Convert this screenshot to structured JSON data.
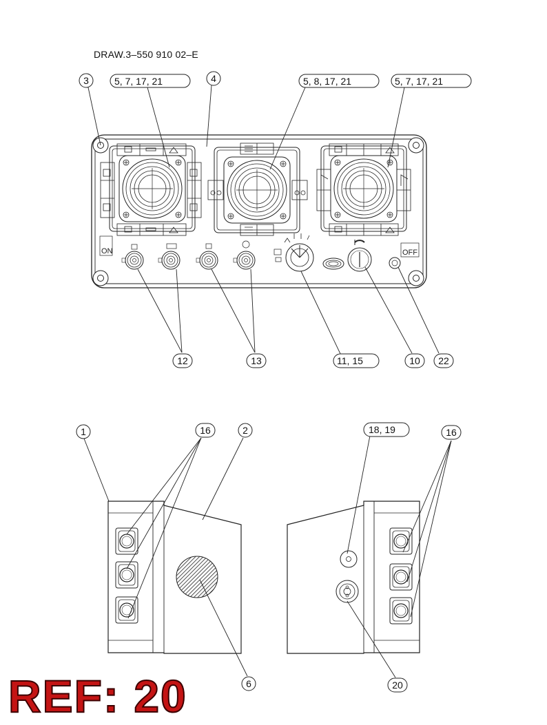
{
  "drawing_number": "DRAW.3–550 910 02–E",
  "ref_stamp": "REF: 20",
  "callouts": {
    "c3": "3",
    "c5_7_17_21_left": "5, 7, 17, 21",
    "c4": "4",
    "c5_8_17_21": "5, 8, 17, 21",
    "c5_7_17_21_right": "5, 7, 17, 21",
    "c12": "12",
    "c13": "13",
    "c11_15": "11, 15",
    "c10": "10",
    "c22": "22",
    "c1": "1",
    "c16_left": "16",
    "c2": "2",
    "c6": "6",
    "c18_19": "18, 19",
    "c16_right": "16",
    "c20": "20"
  },
  "panel_labels": {
    "on": "ON",
    "off": "OFF"
  }
}
